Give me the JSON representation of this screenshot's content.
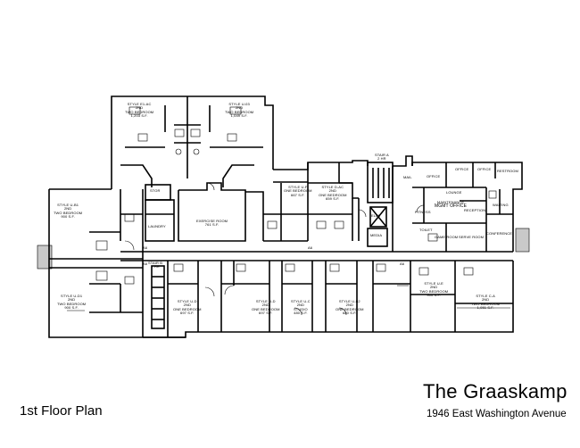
{
  "building": {
    "name": "The Graaskamp",
    "address": "1946 East Washington Avenue",
    "floor_label": "1st Floor Plan"
  },
  "rooms": {
    "style_e1_ac": [
      "STYLE E1-AC",
      "2ND",
      "TWO BEDROOM",
      "1,203 S.F."
    ],
    "style_u_03": [
      "STYLE U-03",
      "2ND",
      "TWO BEDROOM",
      "1,049 S.F."
    ],
    "style_u_b1": [
      "STYLE U-B1",
      "2ND",
      "TWO BEDROOM",
      "900 S.F."
    ],
    "style_u_f": [
      "STYLE U-F",
      "ONE BEDROOM",
      "667 S.F."
    ],
    "style_d_ac": [
      "STYLE D-AC",
      "2ND",
      "ONE BEDROOM",
      "659 S.F."
    ],
    "stair_a": [
      "STAIR A",
      "2 HR"
    ],
    "exercise_room": [
      "EXERCISE ROOM",
      "761 S.F."
    ],
    "laundry": "LAUNDRY",
    "stor": "STOR",
    "elev": "ELEV",
    "media": "MEDIA",
    "mail": "MAIL",
    "office_1": "OFFICE",
    "office_2": "OFFICE",
    "office_3": "OFFICE",
    "restroom": "RESTROOM",
    "fitness": "FITNESS",
    "lounge": "LOUNGE",
    "reception": "RECEPTION",
    "maintenance": [
      "MAINTENANCE",
      "MGMT OFFICE"
    ],
    "waiting": "WAITING",
    "toilet": "TOILET",
    "game_room": "GAME ROOM",
    "serve_room": "SERVE ROOM",
    "conference": "CONFERENCE",
    "stair_b": [
      "STAIR B",
      "2 HR"
    ],
    "style_u_d1": [
      "STYLE U-D1",
      "2ND",
      "TWO BEDROOM",
      "900 S.F."
    ],
    "style_u_d_a": [
      "STYLE U-D",
      "2ND",
      "ONE BEDROOM",
      "697 S.F."
    ],
    "style_u_d_b": [
      "STYLE U-D",
      "2ND",
      "ONE BEDROOM",
      "697 S.F."
    ],
    "style_u_c": [
      "STYLE U-C",
      "2ND",
      "STUDIO",
      "480 S.F."
    ],
    "style_u_b2": [
      "STYLE U-B2",
      "2ND",
      "ONE BEDROOM",
      "680 S.F."
    ],
    "style_u_e": [
      "STYLE U-E",
      "2ND",
      "TWO BEDROOM",
      "900 S.F."
    ],
    "style_c_a": [
      "STYLE C-A",
      "2ND",
      "TWO BEDROOM",
      "1,051 S.F."
    ],
    "mark_a1": "A6",
    "mark_a2": "A6",
    "mark_b1": "A6",
    "mark_b2": "A6"
  },
  "colors": {
    "line": "#000000",
    "background": "#ffffff",
    "side_entry": "#c9c9c9"
  }
}
